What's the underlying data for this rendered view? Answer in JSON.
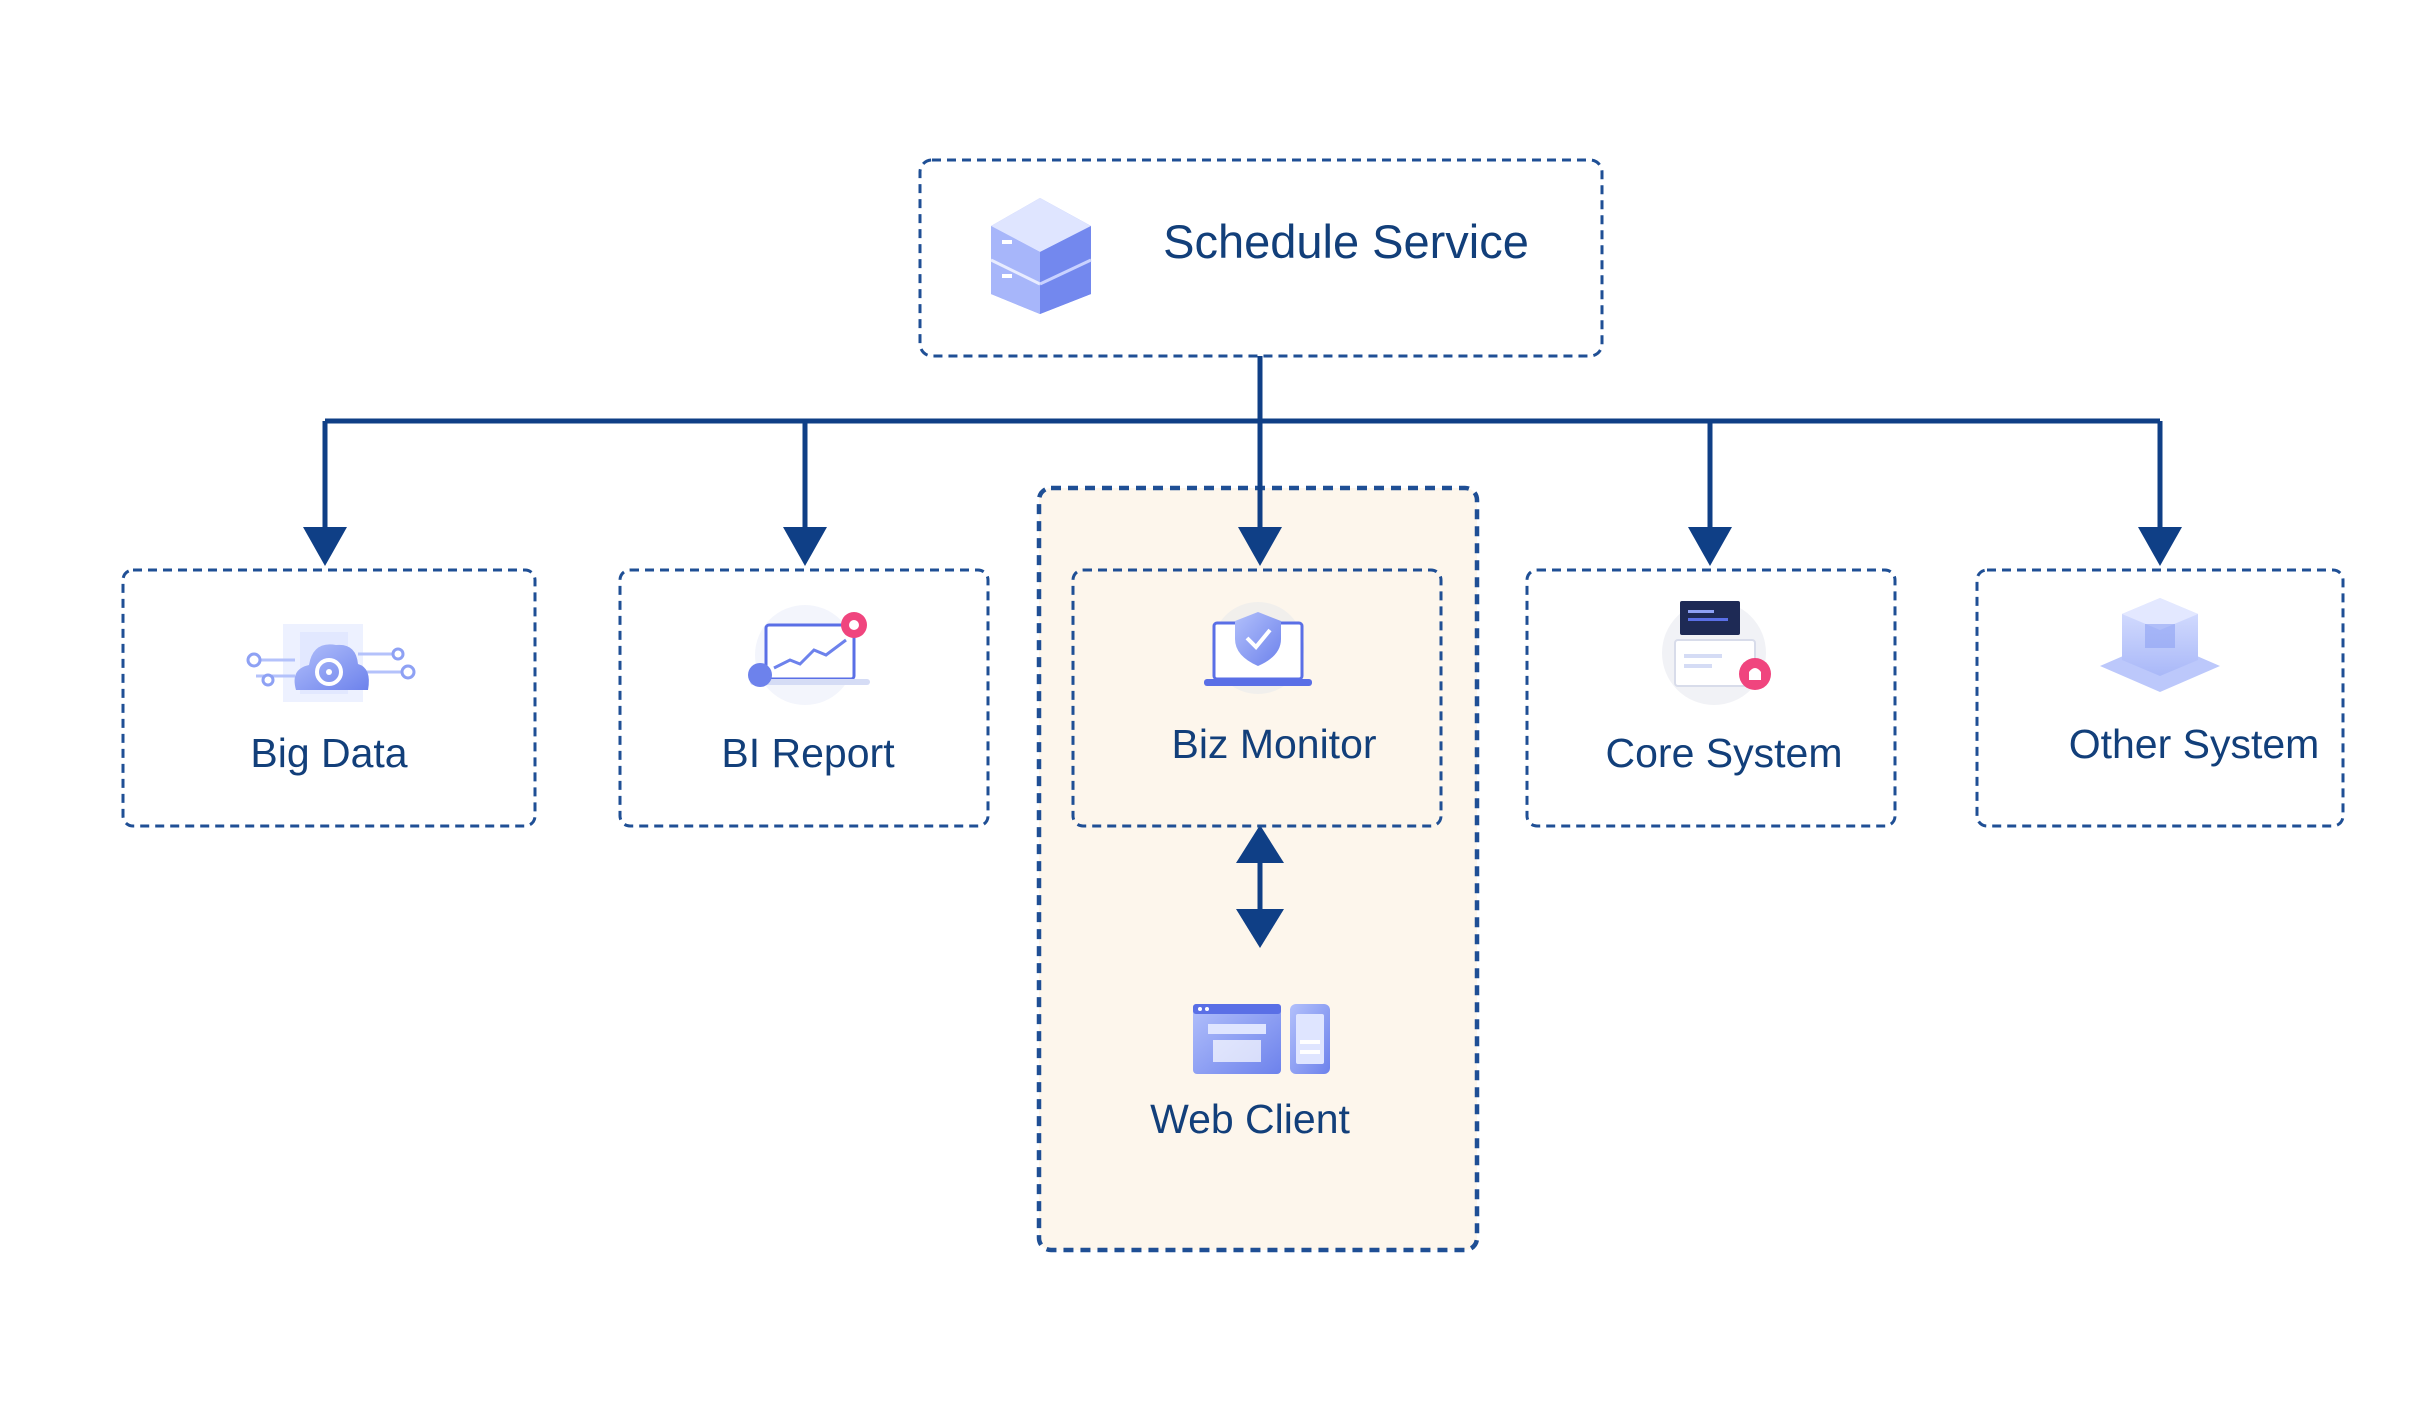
{
  "colors": {
    "line": "#0f3f86",
    "border": "#1f4f95",
    "text": "#123f7a",
    "group_fill": "#fdf6ec",
    "icon_light": "#bcc8fb",
    "icon_mid": "#8ea1f4",
    "icon_dark": "#5a6fe6",
    "badge_pink": "#f0457e"
  },
  "top": {
    "label": "Schedule Service",
    "icon": "server-cube-icon"
  },
  "nodes": [
    {
      "id": "big-data",
      "label": "Big Data",
      "icon": "cloud-data-icon"
    },
    {
      "id": "bi-report",
      "label": "BI Report",
      "icon": "chart-monitor-icon"
    },
    {
      "id": "biz-monitor",
      "label": "Biz Monitor",
      "icon": "shield-laptop-icon"
    },
    {
      "id": "core-system",
      "label": "Core System",
      "icon": "core-window-icon"
    },
    {
      "id": "other-system",
      "label": "Other System",
      "icon": "layer-cube-icon"
    }
  ],
  "client": {
    "label": "Web Client",
    "icon": "web-devices-icon"
  }
}
